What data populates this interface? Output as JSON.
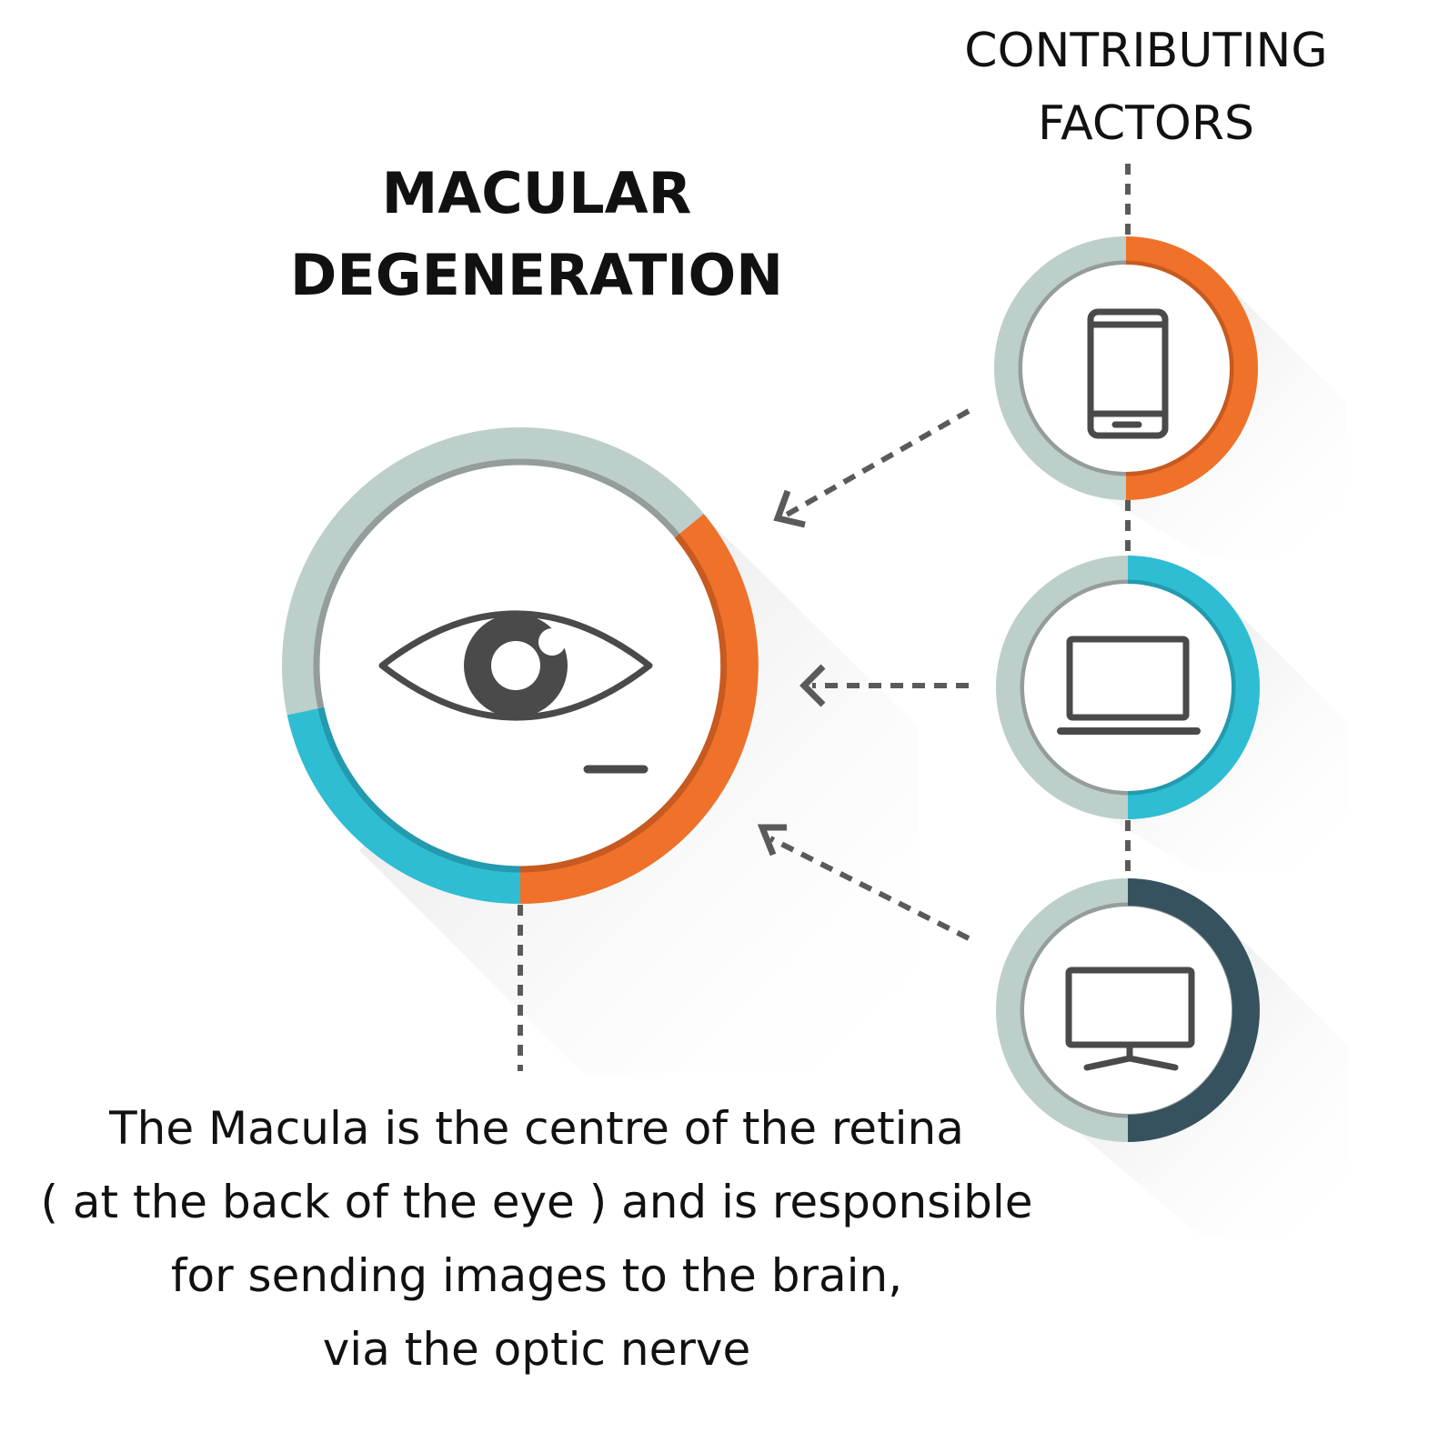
{
  "title": {
    "line1": "MACULAR",
    "line2": "DEGENERATION"
  },
  "factors_heading": {
    "line1": "CONTRIBUTING",
    "line2": "FACTORS"
  },
  "caption": {
    "line1": "The Macula is the centre of the retina",
    "line2": "( at the back of the eye ) and is responsible",
    "line3": "for sending images to the brain,",
    "line4": "via the optic nerve"
  },
  "nodes": {
    "main": {
      "icon": "eye-icon"
    },
    "factors": [
      {
        "icon": "smartphone-icon",
        "accent": "#f07129"
      },
      {
        "icon": "laptop-icon",
        "accent": "#2fbdd3"
      },
      {
        "icon": "monitor-icon",
        "accent": "#37525f"
      }
    ]
  },
  "colors": {
    "ring_base": "#bccfcb",
    "ring_inner_edge": "#949d9b",
    "orange": "#f07129",
    "orange_dark": "#c65a20",
    "cyan": "#2fbdd3",
    "cyan_dark": "#239aae",
    "navy": "#37525f",
    "icon": "#4a4a4a",
    "connector": "#5a5a5a",
    "text": "#111111"
  }
}
